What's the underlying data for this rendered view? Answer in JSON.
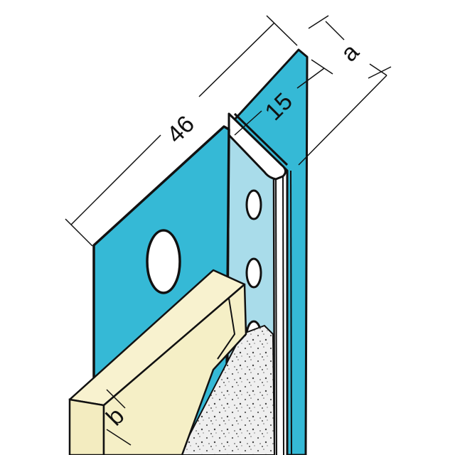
{
  "dimensions": {
    "wing_width": "46",
    "nose_width": "15",
    "plaster_depth": "a",
    "board_thickness": "b"
  },
  "colors": {
    "profile_blue": "#35b9d6",
    "profile_light_blue": "#a9dcea",
    "insulation_cream": "#f5efc6",
    "render_gray": "#eeeeee",
    "outline": "#111111",
    "background": "#ffffff"
  }
}
